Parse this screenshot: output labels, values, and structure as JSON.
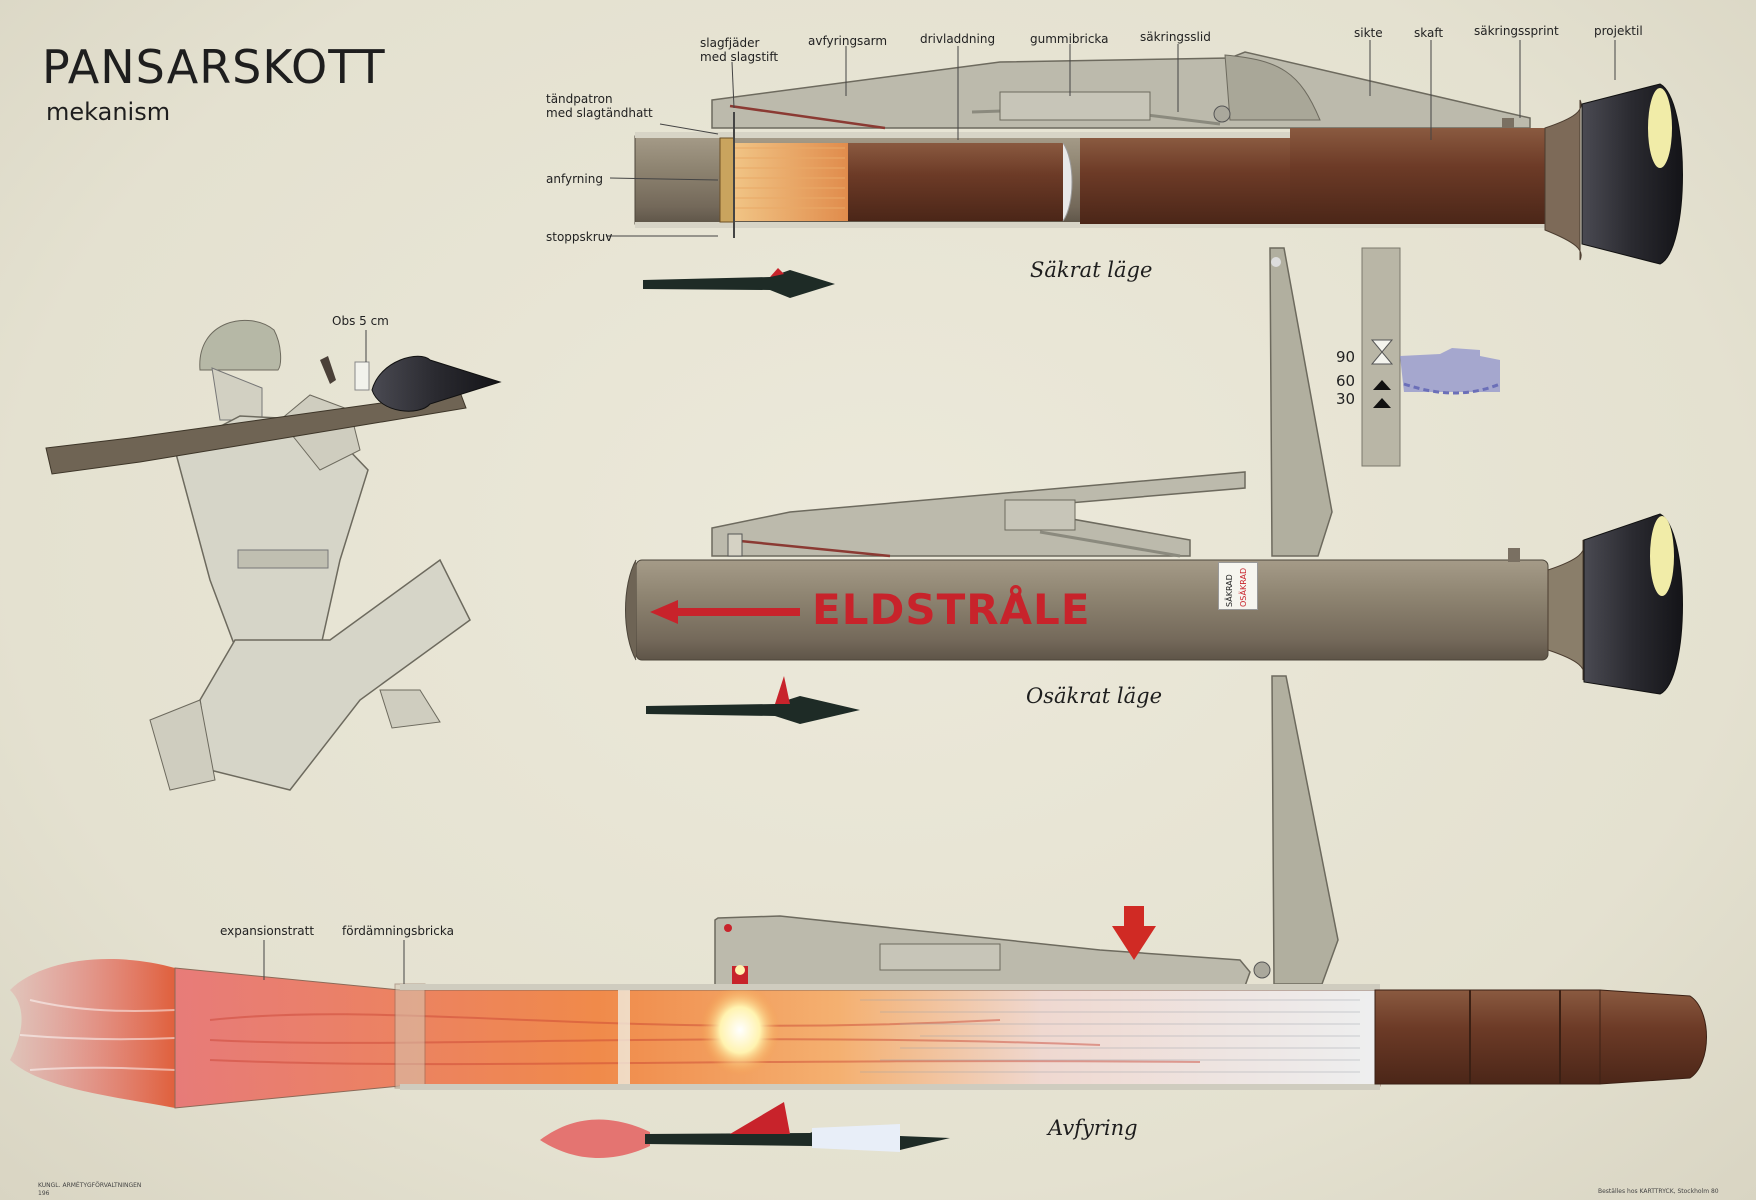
{
  "title": "PANSARSKOTT",
  "subtitle": "mekanism",
  "top_labels": {
    "slagfjader_l1": "slagfjäder",
    "slagfjader_l2": "med slagstift",
    "avfyringsarm": "avfyringsarm",
    "drivladdning": "drivladdning",
    "gummibricka": "gummibricka",
    "sakringsslid": "säkringsslid",
    "sikte": "sikte",
    "skaft": "skaft",
    "sakringssprint": "säkringssprint",
    "projektil": "projektil",
    "tandpatron_l1": "tändpatron",
    "tandpatron_l2": "med slagtändhatt",
    "anfyrning": "anfyrning",
    "stoppskruv": "stoppskruv"
  },
  "soldier_label": "Obs 5 cm",
  "sight_scale": [
    "90",
    "60",
    "30"
  ],
  "states": {
    "safe": "Säkrat läge",
    "unsafe": "Osäkrat läge",
    "firing": "Avfyring"
  },
  "blast_text": "ELDSTRÅLE",
  "safety_tag": [
    "SÄKRAD",
    "OSÄKRAD"
  ],
  "bottom_labels": {
    "expansionstratt": "expansionstratt",
    "fordamningsbricka": "fördämningsbricka"
  },
  "footer": {
    "left_l1": "KUNGL. ARMÉTYGFÖRVALTNINGEN",
    "left_l2": "196",
    "right": "Beställes hos KARTTRYCK, Stockholm 80"
  },
  "colors": {
    "tube": "#8e8472",
    "launcher_grey": "#b9b7a9",
    "propellant_brown": "#6f3a26",
    "blast_red": "#c8232b",
    "warhead_dark": "#2a2a30"
  }
}
